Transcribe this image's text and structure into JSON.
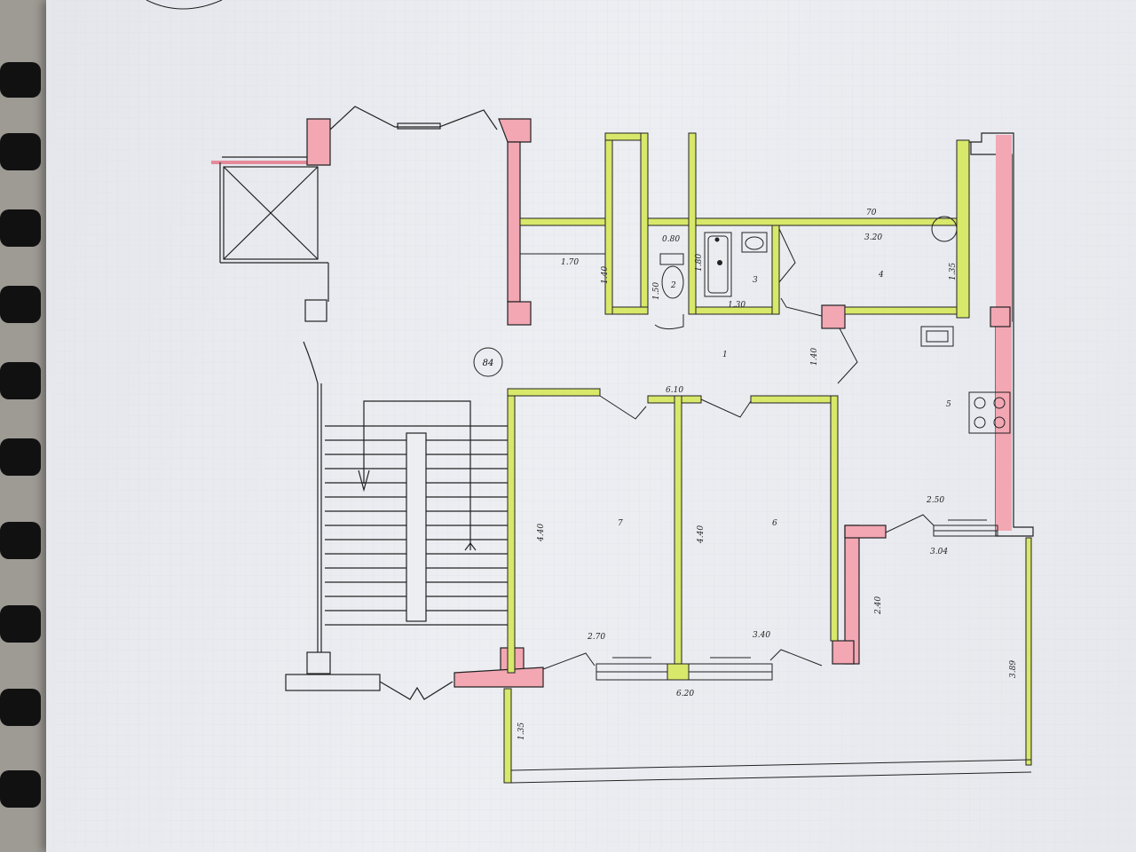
{
  "colors": {
    "paper": "#eceef2",
    "exterior_wall": "#f2a7b3",
    "partition_wall": "#d8e86a",
    "line": "#222222",
    "binding": "#111111"
  },
  "apartment_number": "84",
  "rooms": {
    "r1": "1",
    "r2": "2",
    "r3": "3",
    "r4": "4",
    "r5": "5",
    "r6": "6",
    "r7": "7"
  },
  "dimensions": {
    "d_170": "1.70",
    "d_080": "0.80",
    "d_140a": "1.40",
    "d_150": "1.50",
    "d_180": "1.80",
    "d_130": "1.30",
    "d_70": "70",
    "d_320": "3.20",
    "d_135": "1.35",
    "d_140b": "1.40",
    "d_610": "6.10",
    "d_440a": "4.40",
    "d_440b": "4.40",
    "d_250": "2.50",
    "d_304": "3.04",
    "d_240": "2.40",
    "d_270": "2.70",
    "d_340": "3.40",
    "d_620": "6.20",
    "d_389": "3.89",
    "d_135b": "1.35"
  },
  "icons": [
    "elevator-shaft-icon",
    "toilet-icon",
    "bathtub-icon",
    "washbasin-icon",
    "kitchen-sink-icon",
    "stove-icon",
    "stair-arrow-icon"
  ]
}
